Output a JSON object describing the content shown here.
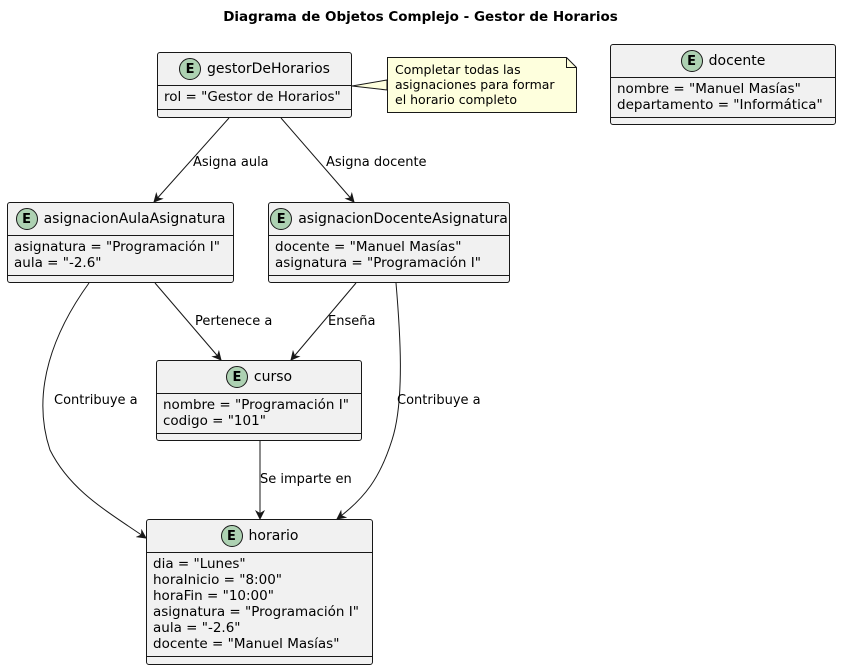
{
  "title": "Diagrama de Objetos Complejo - Gestor de Horarios",
  "badge_letter": "E",
  "colors": {
    "entity_fill": "#F1F1F1",
    "badge_fill": "#ADD1B2",
    "note_fill": "#FEFFDD",
    "line": "#181818"
  },
  "entities": {
    "gestor": {
      "name": "gestorDeHorarios",
      "attrs": [
        "rol = \"Gestor de Horarios\""
      ]
    },
    "docente": {
      "name": "docente",
      "attrs": [
        "nombre = \"Manuel Masías\"",
        "departamento = \"Informática\""
      ]
    },
    "aula": {
      "name": "asignacionAulaAsignatura",
      "attrs": [
        "asignatura = \"Programación I\"",
        "aula = \"-2.6\""
      ]
    },
    "asigDocente": {
      "name": "asignacionDocenteAsignatura",
      "attrs": [
        "docente = \"Manuel Masías\"",
        "asignatura = \"Programación I\""
      ]
    },
    "curso": {
      "name": "curso",
      "attrs": [
        "nombre = \"Programación I\"",
        "codigo = \"101\""
      ]
    },
    "horario": {
      "name": "horario",
      "attrs": [
        "dia = \"Lunes\"",
        "horaInicio = \"8:00\"",
        "horaFin = \"10:00\"",
        "asignatura = \"Programación I\"",
        "aula = \"-2.6\"",
        "docente = \"Manuel Masías\""
      ]
    }
  },
  "note": {
    "lines": [
      "Completar todas las",
      "asignaciones para formar",
      "el horario completo"
    ]
  },
  "edges": {
    "e1": {
      "label": "Asigna aula"
    },
    "e2": {
      "label": "Asigna docente"
    },
    "e3": {
      "label": "Pertenece a"
    },
    "e4": {
      "label": "Contribuye a"
    },
    "e5": {
      "label": "Enseña"
    },
    "e6": {
      "label": "Contribuye a"
    },
    "e7": {
      "label": "Se imparte en"
    }
  }
}
